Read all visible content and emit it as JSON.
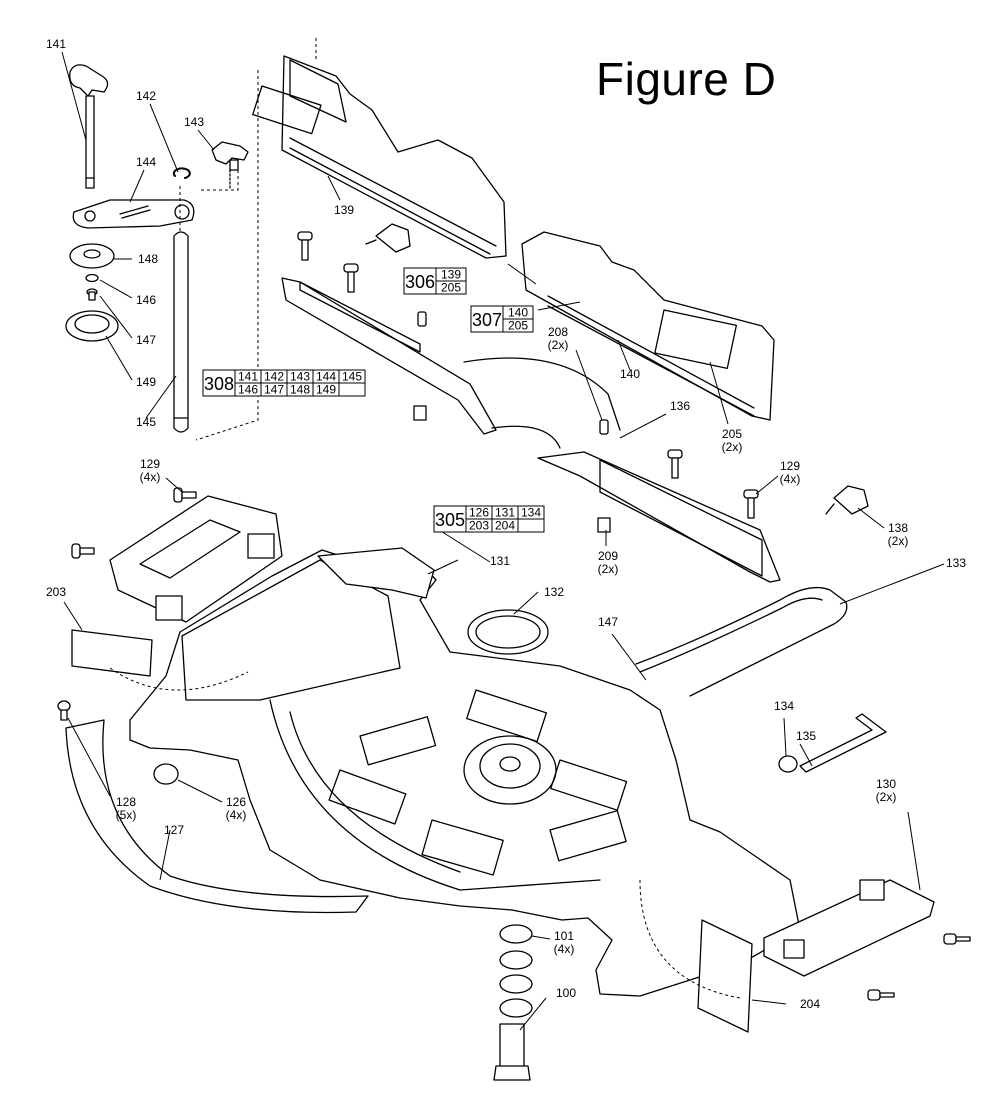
{
  "title": "Figure D",
  "callouts": [
    {
      "id": "c141",
      "lines": [
        "141"
      ]
    },
    {
      "id": "c142",
      "lines": [
        "142"
      ]
    },
    {
      "id": "c143",
      "lines": [
        "143"
      ]
    },
    {
      "id": "c144",
      "lines": [
        "144"
      ]
    },
    {
      "id": "c148",
      "lines": [
        "148"
      ]
    },
    {
      "id": "c146",
      "lines": [
        "146"
      ]
    },
    {
      "id": "c147a",
      "lines": [
        "147"
      ]
    },
    {
      "id": "c149",
      "lines": [
        "149"
      ]
    },
    {
      "id": "c145",
      "lines": [
        "145"
      ]
    },
    {
      "id": "c139",
      "lines": [
        "139"
      ]
    },
    {
      "id": "c140",
      "lines": [
        "140"
      ]
    },
    {
      "id": "c208",
      "lines": [
        "208",
        "(2x)"
      ]
    },
    {
      "id": "c136",
      "lines": [
        "136"
      ]
    },
    {
      "id": "c205",
      "lines": [
        "205",
        "(2x)"
      ]
    },
    {
      "id": "c129a",
      "lines": [
        "129",
        "(4x)"
      ]
    },
    {
      "id": "c129b",
      "lines": [
        "129",
        "(4x)"
      ]
    },
    {
      "id": "c138",
      "lines": [
        "138",
        "(2x)"
      ]
    },
    {
      "id": "c131",
      "lines": [
        "131"
      ]
    },
    {
      "id": "c209",
      "lines": [
        "209",
        "(2x)"
      ]
    },
    {
      "id": "c133",
      "lines": [
        "133"
      ]
    },
    {
      "id": "c203",
      "lines": [
        "203"
      ]
    },
    {
      "id": "c132",
      "lines": [
        "132"
      ]
    },
    {
      "id": "c147b",
      "lines": [
        "147"
      ]
    },
    {
      "id": "c134",
      "lines": [
        "134"
      ]
    },
    {
      "id": "c135",
      "lines": [
        "135"
      ]
    },
    {
      "id": "c130",
      "lines": [
        "130",
        "(2x)"
      ]
    },
    {
      "id": "c128",
      "lines": [
        "128",
        "(5x)"
      ]
    },
    {
      "id": "c126",
      "lines": [
        "126",
        "(4x)"
      ]
    },
    {
      "id": "c127",
      "lines": [
        "127"
      ]
    },
    {
      "id": "c101",
      "lines": [
        "101",
        "(4x)"
      ]
    },
    {
      "id": "c100",
      "lines": [
        "100"
      ]
    },
    {
      "id": "c204",
      "lines": [
        "204"
      ]
    }
  ],
  "kits": [
    {
      "id": "k308",
      "number": "308",
      "rows": [
        [
          "141",
          "142",
          "143",
          "144",
          "145"
        ],
        [
          "146",
          "147",
          "148",
          "149",
          ""
        ]
      ]
    },
    {
      "id": "k306",
      "number": "306",
      "rows": [
        [
          "139"
        ],
        [
          "205"
        ]
      ]
    },
    {
      "id": "k307",
      "number": "307",
      "rows": [
        [
          "140"
        ],
        [
          "205"
        ]
      ]
    },
    {
      "id": "k305",
      "number": "305",
      "rows": [
        [
          "126",
          "131",
          "134"
        ],
        [
          "203",
          "204",
          ""
        ]
      ]
    }
  ]
}
